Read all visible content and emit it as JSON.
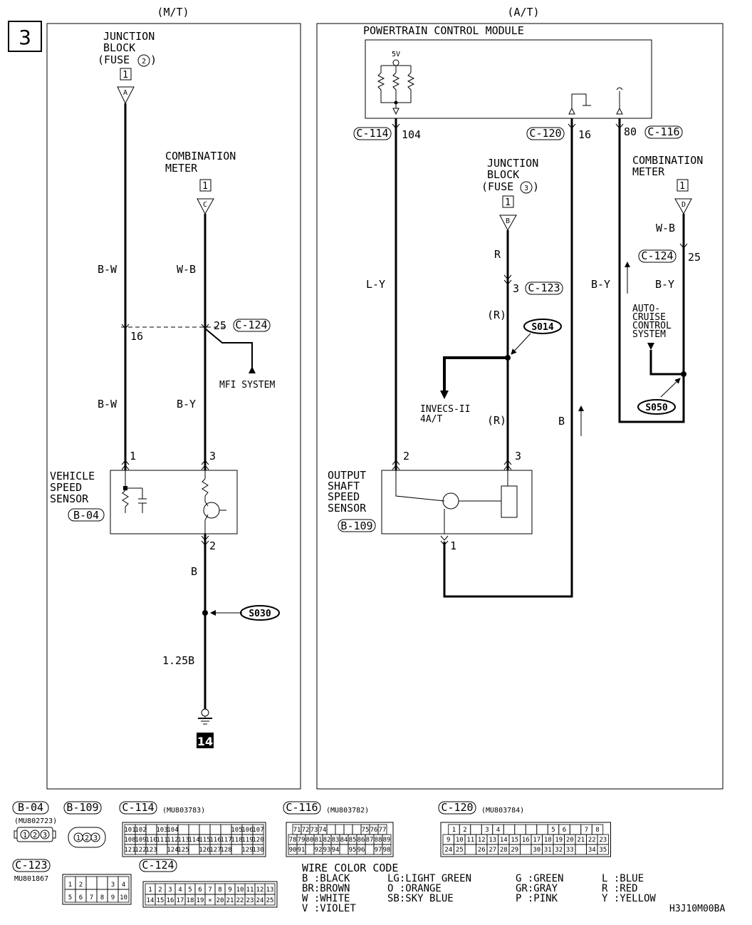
{
  "page_number": "3",
  "sections": {
    "mt": "(M/T)",
    "at": "(A/T)"
  },
  "mt": {
    "junction_block": {
      "l1": "JUNCTION",
      "l2": "BLOCK",
      "l3": "(FUSE",
      "fuse": "2",
      "l3_end": ")",
      "pin": "1",
      "terminal": "A"
    },
    "combination_meter": {
      "l1": "COMBINATION",
      "l2": "METER",
      "pin": "1",
      "terminal": "C"
    },
    "wire_bw_upper": "B-W",
    "wire_wb": "W-B",
    "wire_bw_lower": "B-W",
    "wire_by": "B-Y",
    "pin_16": "16",
    "pin_25": "25",
    "conn_c124": "C-124",
    "mfi_system": "MFI SYSTEM",
    "vss": {
      "l1": "VEHICLE",
      "l2": "SPEED",
      "l3": "SENSOR",
      "connector": "B-04",
      "pin1": "1",
      "pin3": "3",
      "pin2": "2"
    },
    "wire_b": "B",
    "splice_s030": "S030",
    "wire_125b": "1.25B",
    "ground": "14"
  },
  "at": {
    "pcm": {
      "title": "POWERTRAIN CONTROL MODULE",
      "v5": "5V"
    },
    "c114": {
      "connector": "C-114",
      "pin": "104"
    },
    "c120": {
      "connector": "C-120",
      "pin": "16"
    },
    "c116": {
      "connector": "C-116",
      "pin": "80"
    },
    "junction_block": {
      "l1": "JUNCTION",
      "l2": "BLOCK",
      "l3": "(FUSE",
      "fuse": "3",
      "l3_end": ")",
      "pin": "1",
      "terminal": "B"
    },
    "combination_meter": {
      "l1": "COMBINATION",
      "l2": "METER",
      "pin": "1",
      "terminal": "D"
    },
    "wire_ly": "L-Y",
    "wire_r": "R",
    "pin_3": "3",
    "conn_c123": "C-123",
    "wire_r_paren": "(R)",
    "splice_s014": "S014",
    "invecs": {
      "l1": "INVECS-II",
      "l2": "4A/T"
    },
    "wire_r_paren2": "(R)",
    "wire_b": "B",
    "wire_by_left": "B-Y",
    "wire_wb": "W-B",
    "conn_c124": "C-124",
    "pin_25": "25",
    "wire_by_right": "B-Y",
    "autocruise": {
      "l1": "AUTO-",
      "l2": "CRUISE",
      "l3": "CONTROL",
      "l4": "SYSTEM"
    },
    "splice_s050": "S050",
    "ossensor": {
      "l1": "OUTPUT",
      "l2": "SHAFT",
      "l3": "SPEED",
      "l4": "SENSOR",
      "connector": "B-109",
      "pin2": "2",
      "pin3": "3",
      "pin1": "1"
    }
  },
  "connectors": {
    "b04": {
      "name": "B-04",
      "part": "(MU802723)",
      "pins": [
        "1",
        "2",
        "3"
      ]
    },
    "b109": {
      "name": "B-109",
      "pins": [
        "1",
        "2",
        "3"
      ]
    },
    "c114": {
      "name": "C-114",
      "part": "(MU803783)",
      "rows": [
        [
          "101",
          "102",
          "",
          "103",
          "104",
          "",
          "",
          "",
          "",
          "",
          "105",
          "106",
          "107"
        ],
        [
          "108",
          "109",
          "110",
          "111",
          "112",
          "113",
          "114",
          "115",
          "116",
          "117",
          "118",
          "119",
          "120"
        ],
        [
          "121",
          "122",
          "123",
          "",
          "124",
          "125",
          "",
          "126",
          "127",
          "128",
          "",
          "129",
          "130"
        ]
      ]
    },
    "c116": {
      "name": "C-116",
      "part": "(MU803782)",
      "rows": [
        [
          "71",
          "72",
          "73",
          "74",
          "",
          "",
          "",
          "",
          "75",
          "76",
          "77"
        ],
        [
          "78",
          "79",
          "80",
          "81",
          "82",
          "83",
          "84",
          "85",
          "86",
          "87",
          "88",
          "89"
        ],
        [
          "90",
          "91",
          "",
          "92",
          "93",
          "94",
          "",
          "95",
          "96",
          "",
          "97",
          "98"
        ]
      ]
    },
    "c120": {
      "name": "C-120",
      "part": "(MU803784)",
      "rows": [
        [
          "1",
          "2",
          "",
          "3",
          "4",
          "",
          "",
          "",
          "",
          "5",
          "6",
          "",
          "7",
          "8"
        ],
        [
          "9",
          "10",
          "11",
          "12",
          "13",
          "14",
          "15",
          "16",
          "17",
          "18",
          "19",
          "20",
          "21",
          "22",
          "23"
        ],
        [
          "24",
          "25",
          "",
          "26",
          "27",
          "28",
          "29",
          "",
          "30",
          "31",
          "32",
          "33",
          "",
          "34",
          "35"
        ]
      ]
    },
    "c123": {
      "name": "C-123",
      "part": "MU801867",
      "rows": [
        [
          "1",
          "2",
          "",
          "",
          "3",
          "4"
        ],
        [
          "5",
          "6",
          "7",
          "8",
          "9",
          "10"
        ]
      ]
    },
    "c124": {
      "name": "C-124",
      "rows": [
        [
          "1",
          "2",
          "3",
          "4",
          "5",
          "6",
          "7",
          "8",
          "9",
          "10",
          "11",
          "12",
          "13"
        ],
        [
          "14",
          "15",
          "16",
          "17",
          "18",
          "19",
          "×",
          "20",
          "21",
          "22",
          "23",
          "24",
          "25"
        ]
      ]
    }
  },
  "wire_color_code": {
    "title": "WIRE COLOR CODE",
    "entries": [
      [
        "B :BLACK",
        "LG:LIGHT GREEN",
        "G :GREEN",
        "L :BLUE"
      ],
      [
        "BR:BROWN",
        "O :ORANGE",
        "GR:GRAY",
        "R :RED"
      ],
      [
        "W :WHITE",
        "SB:SKY BLUE",
        "P :PINK",
        "Y :YELLOW"
      ],
      [
        "V :VIOLET",
        "",
        "",
        ""
      ]
    ]
  },
  "code": "H3J10M00BA"
}
